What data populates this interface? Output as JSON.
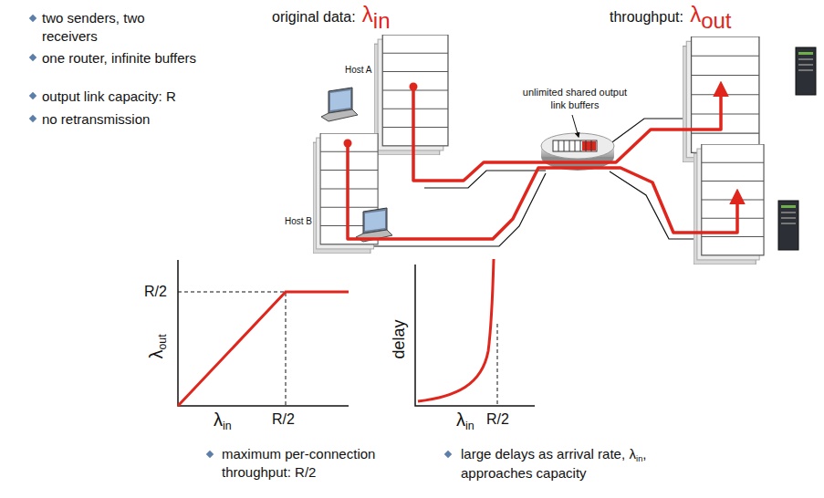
{
  "diagram": {
    "labels": [
      "two senders, two receivers",
      "one router, infinite buffers",
      "output link capacity: R",
      "no retransmission",
      "original data:",
      "λ",
      "in",
      "throughput:",
      "λ",
      "out",
      "Host A",
      "Host B",
      "unlimited shared output link buffers",
      "R/2",
      "λ",
      "out",
      "λ",
      "in",
      "R/2",
      "delay",
      "λ",
      "in",
      "R/2",
      "maximum per-connection throughput: R/2",
      "large delays as arrival rate,",
      "λ",
      "in",
      ", approaches capacity"
    ]
  }
}
